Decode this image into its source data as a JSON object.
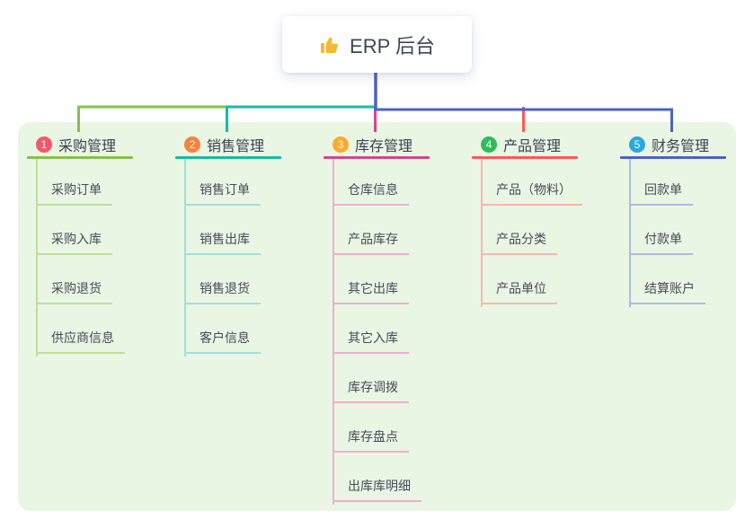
{
  "root": {
    "title": "ERP 后台",
    "icon": "thumbs-up"
  },
  "colors": {
    "canvas_bg": "#ffffff",
    "panel_bg": "#e9f6e4",
    "root_text": "#3d4556",
    "header_text": "#3a4252",
    "child_text": "#454c56",
    "root_connector": "#4a63c8",
    "thumb_yellow": "#f5b82e"
  },
  "branches": [
    {
      "num": "1",
      "title": "采购管理",
      "badge_color": "#f25767",
      "line_color": "#84c24a",
      "line_soft": "#bcdf9a",
      "children": [
        "采购订单",
        "采购入库",
        "采购退货",
        "供应商信息"
      ]
    },
    {
      "num": "2",
      "title": "销售管理",
      "badge_color": "#f8823c",
      "line_color": "#17b9a8",
      "line_soft": "#9fe1d8",
      "children": [
        "销售订单",
        "销售出库",
        "销售退货",
        "客户信息"
      ]
    },
    {
      "num": "3",
      "title": "库存管理",
      "badge_color": "#feaa2b",
      "line_color": "#d8448f",
      "line_soft": "#efaed0",
      "children": [
        "仓库信息",
        "产品库存",
        "其它出库",
        "其它入库",
        "库存调拨",
        "库存盘点",
        "出库库明细"
      ]
    },
    {
      "num": "4",
      "title": "产品管理",
      "badge_color": "#2ebd59",
      "line_color": "#fa5a55",
      "line_soft": "#fcb6b0",
      "children": [
        "产品（物料）",
        "产品分类",
        "产品单位"
      ]
    },
    {
      "num": "5",
      "title": "财务管理",
      "badge_color": "#29a9dc",
      "line_color": "#4a63c8",
      "line_soft": "#aeb9e7",
      "children": [
        "回款单",
        "付款单",
        "结算账户"
      ]
    }
  ]
}
